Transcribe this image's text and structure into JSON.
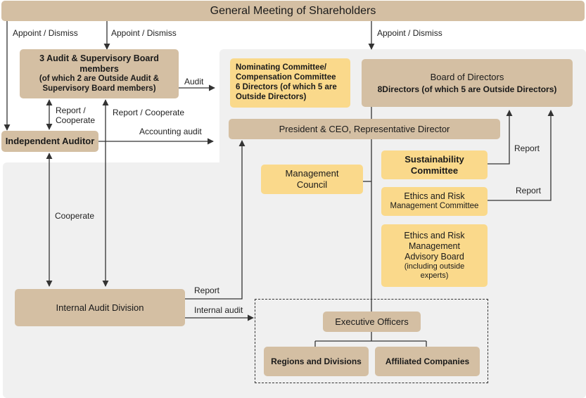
{
  "boxes": {
    "shareholders": "General Meeting of Shareholders",
    "audit_board_line1": "3 Audit & Supervisory Board",
    "audit_board_line2": "members",
    "audit_board_line3": "(of which 2 are Outside Audit &",
    "audit_board_line4": "Supervisory Board members)",
    "independent_auditor": "Independent Auditor",
    "nominating_line1": "Nominating Committee/",
    "nominating_line2": "Compensation Committee",
    "nominating_line3": "6 Directors (of which 5 are",
    "nominating_line4": "Outside Directors)",
    "board_line1": "Board of Directors",
    "board_line2": "8Directors (of which 5 are Outside Directors)",
    "president": "President & CEO, Representative Director",
    "management_council_line1": "Management",
    "management_council_line2": "Council",
    "sustainability_line1": "Sustainability",
    "sustainability_line2": "Committee",
    "ethics_risk_line1": "Ethics and Risk",
    "ethics_risk_line2": "Management Committee",
    "advisory_line1": "Ethics and Risk",
    "advisory_line2": "Management",
    "advisory_line3": "Advisory Board",
    "advisory_line4": "(including outside",
    "advisory_line5": "experts)",
    "internal_audit": "Internal Audit Division",
    "executive_officers": "Executive Officers",
    "regions": "Regions and Divisions",
    "affiliated": "Affiliated Companies"
  },
  "labels": {
    "appoint_1": "Appoint / Dismiss",
    "appoint_2": "Appoint / Dismiss",
    "appoint_3": "Appoint / Dismiss",
    "audit": "Audit",
    "report_cooperate_1_line1": "Report /",
    "report_cooperate_1_line2": "Cooperate",
    "report_cooperate_2": "Report / Cooperate",
    "accounting_audit": "Accounting audit",
    "cooperate": "Cooperate",
    "report_1": "Report",
    "report_2": "Report",
    "report_3": "Report",
    "internal_audit_label": "Internal audit"
  },
  "colors": {
    "tan_box": "#d4bfa3",
    "yellow_box": "#fad98b",
    "background_zone": "#f0f0f0",
    "line": "#333333"
  }
}
